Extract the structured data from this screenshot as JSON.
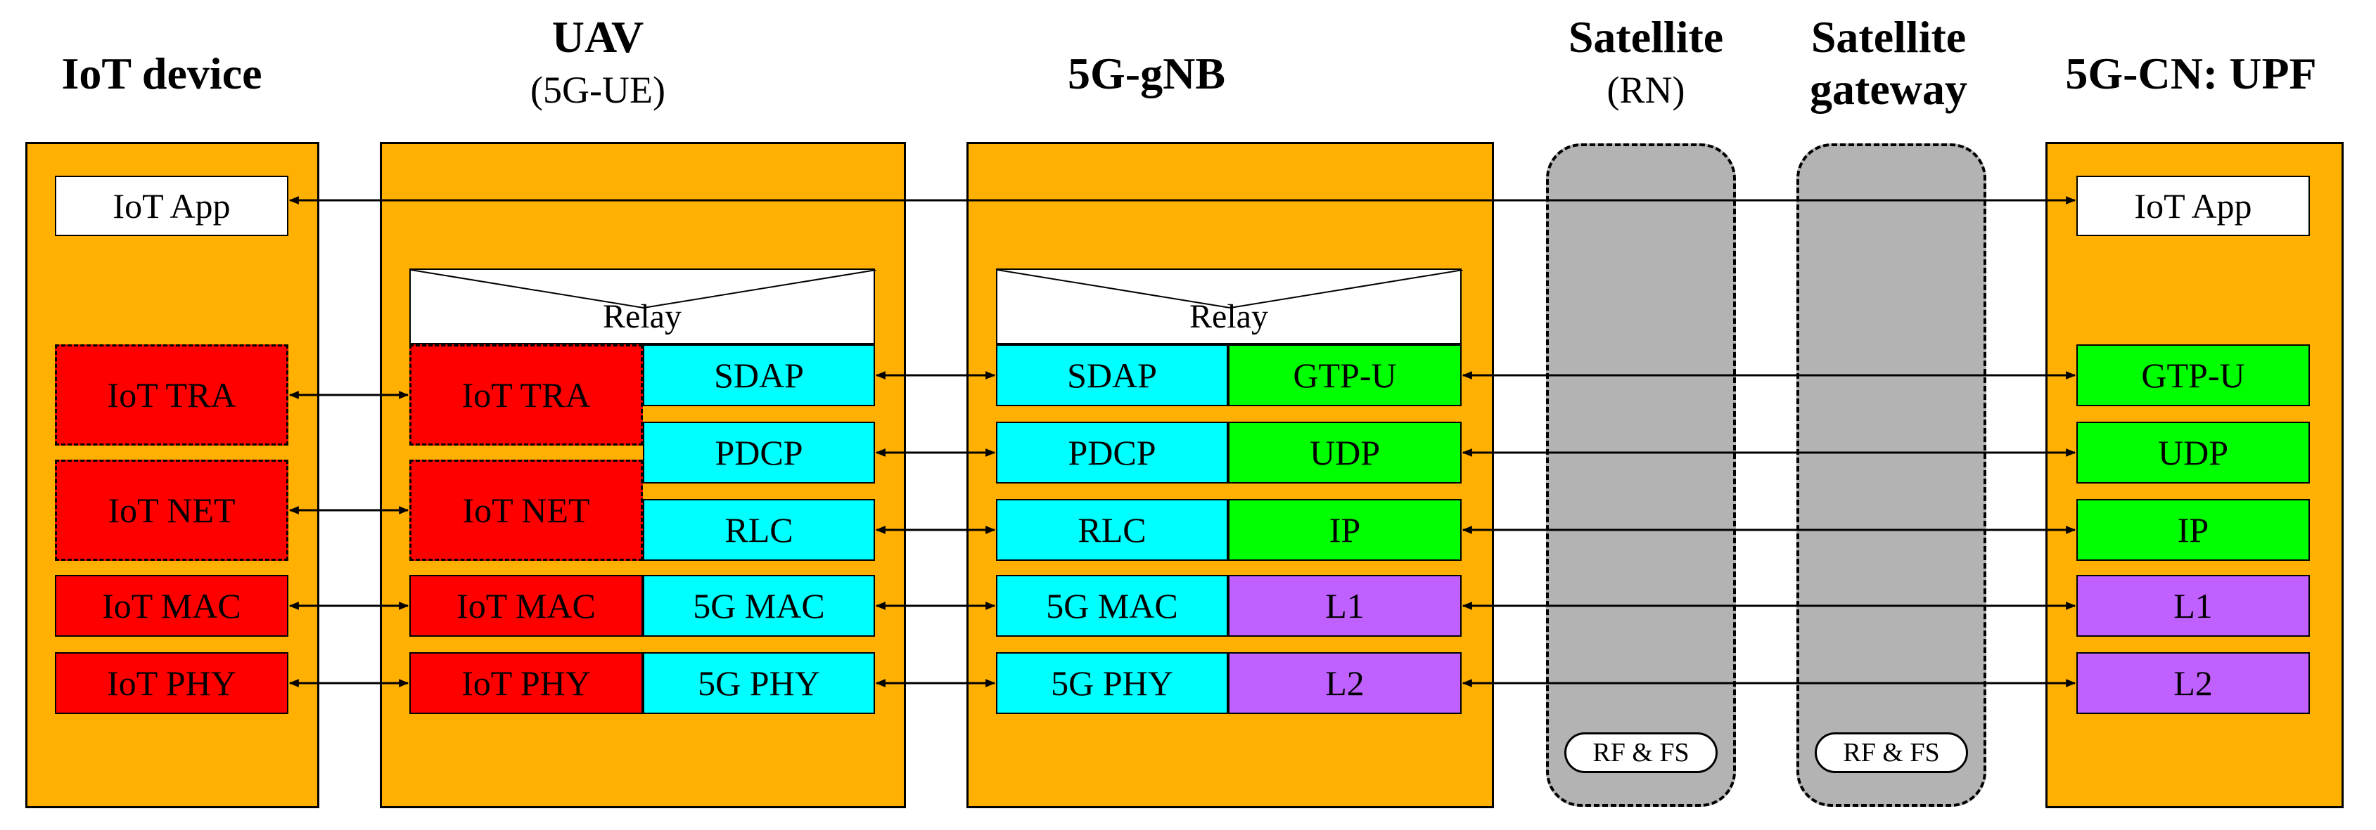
{
  "headers": {
    "iot_device": "IoT device",
    "uav": "UAV",
    "uav_sub": "(5G-UE)",
    "gnb": "5G-gNB",
    "satellite": "Satellite",
    "satellite_sub": "(RN)",
    "sat_gateway_line1": "Satellite",
    "sat_gateway_line2": "gateway",
    "upf": "5G-CN: UPF"
  },
  "iot_device": {
    "app": "IoT App",
    "tra": "IoT TRA",
    "net": "IoT NET",
    "mac": "IoT MAC",
    "phy": "IoT PHY"
  },
  "uav": {
    "relay": "Relay",
    "tra": "IoT TRA",
    "net": "IoT NET",
    "mac": "IoT MAC",
    "phy": "IoT PHY",
    "sdap": "SDAP",
    "pdcp": "PDCP",
    "rlc": "RLC",
    "mac5g": "5G MAC",
    "phy5g": "5G PHY"
  },
  "gnb": {
    "relay": "Relay",
    "sdap": "SDAP",
    "pdcp": "PDCP",
    "rlc": "RLC",
    "mac5g": "5G MAC",
    "phy5g": "5G PHY",
    "gtpu": "GTP-U",
    "udp": "UDP",
    "ip": "IP",
    "l1": "L1",
    "l2": "L2"
  },
  "satellite": {
    "rf": "RF & FS"
  },
  "sat_gateway": {
    "rf": "RF & FS"
  },
  "upf": {
    "app": "IoT App",
    "gtpu": "GTP-U",
    "udp": "UDP",
    "ip": "IP",
    "l1": "L1",
    "l2": "L2"
  },
  "colors": {
    "node": "#FFB000",
    "iot": "#FF0000",
    "radio": "#00FFFF",
    "transport": "#00FF00",
    "lower": "#C060FF",
    "satellite": "#B3B3B3"
  }
}
